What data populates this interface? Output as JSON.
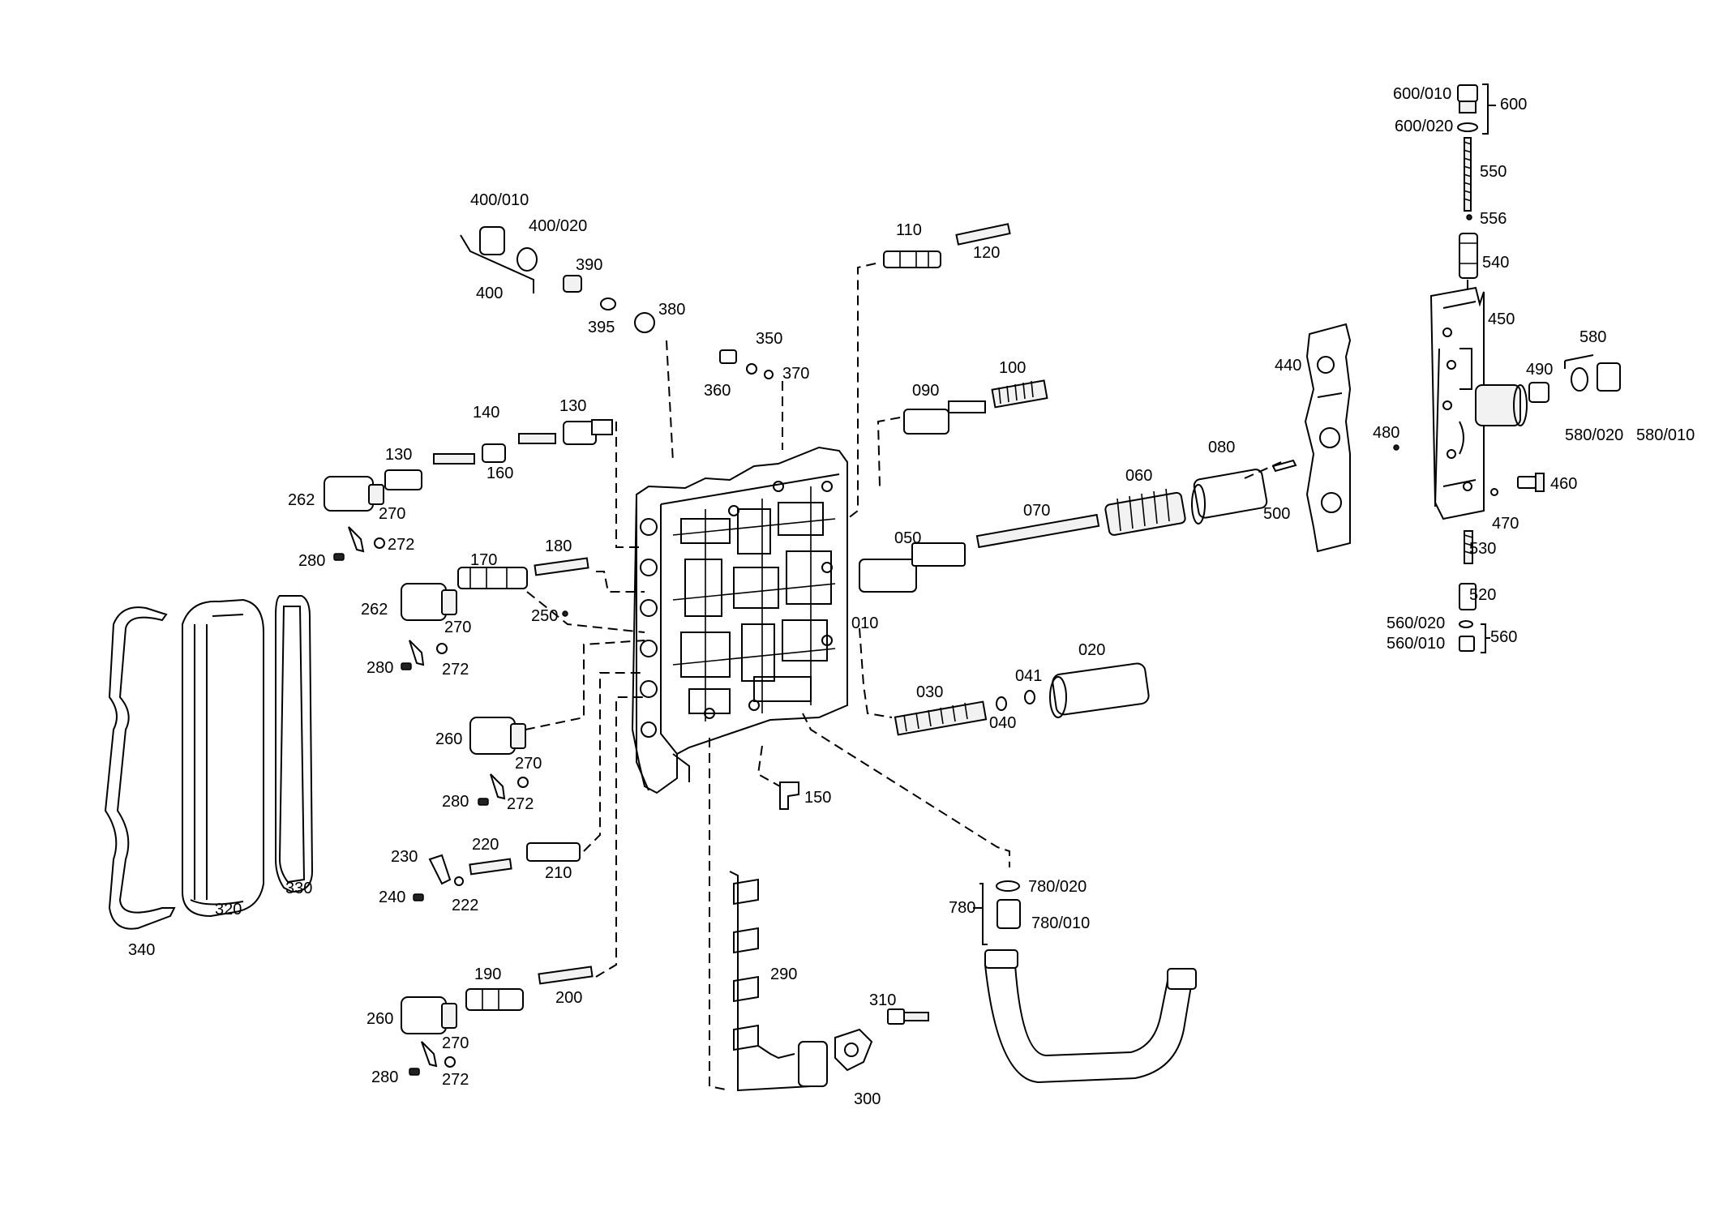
{
  "diagram": {
    "callouts": [
      {
        "id": "p600_010",
        "text": "600/010"
      },
      {
        "id": "p600",
        "text": "600"
      },
      {
        "id": "p600_020",
        "text": "600/020"
      },
      {
        "id": "p550",
        "text": "550"
      },
      {
        "id": "p556",
        "text": "556"
      },
      {
        "id": "p540",
        "text": "540"
      },
      {
        "id": "p450",
        "text": "450"
      },
      {
        "id": "p580",
        "text": "580"
      },
      {
        "id": "p490",
        "text": "490"
      },
      {
        "id": "p580_020",
        "text": "580/020"
      },
      {
        "id": "p580_010",
        "text": "580/010"
      },
      {
        "id": "p480",
        "text": "480"
      },
      {
        "id": "p460",
        "text": "460"
      },
      {
        "id": "p470",
        "text": "470"
      },
      {
        "id": "p440",
        "text": "440"
      },
      {
        "id": "p500",
        "text": "500"
      },
      {
        "id": "p530",
        "text": "530"
      },
      {
        "id": "p520",
        "text": "520"
      },
      {
        "id": "p560_020",
        "text": "560/020"
      },
      {
        "id": "p560_010",
        "text": "560/010"
      },
      {
        "id": "p560",
        "text": "560"
      },
      {
        "id": "p400_010",
        "text": "400/010"
      },
      {
        "id": "p400_020",
        "text": "400/020"
      },
      {
        "id": "p400",
        "text": "400"
      },
      {
        "id": "p390",
        "text": "390"
      },
      {
        "id": "p395",
        "text": "395"
      },
      {
        "id": "p380",
        "text": "380"
      },
      {
        "id": "p350",
        "text": "350"
      },
      {
        "id": "p360",
        "text": "360"
      },
      {
        "id": "p370",
        "text": "370"
      },
      {
        "id": "p110",
        "text": "110"
      },
      {
        "id": "p120",
        "text": "120"
      },
      {
        "id": "p090",
        "text": "090"
      },
      {
        "id": "p100",
        "text": "100"
      },
      {
        "id": "p080",
        "text": "080"
      },
      {
        "id": "p060",
        "text": "060"
      },
      {
        "id": "p070",
        "text": "070"
      },
      {
        "id": "p050",
        "text": "050"
      },
      {
        "id": "p010",
        "text": "010"
      },
      {
        "id": "p020",
        "text": "020"
      },
      {
        "id": "p041",
        "text": "041"
      },
      {
        "id": "p030",
        "text": "030"
      },
      {
        "id": "p040",
        "text": "040"
      },
      {
        "id": "p140",
        "text": "140"
      },
      {
        "id": "p130a",
        "text": "130"
      },
      {
        "id": "p130b",
        "text": "130"
      },
      {
        "id": "p160",
        "text": "160"
      },
      {
        "id": "p262a",
        "text": "262"
      },
      {
        "id": "p270a",
        "text": "270"
      },
      {
        "id": "p272a",
        "text": "272"
      },
      {
        "id": "p280a",
        "text": "280"
      },
      {
        "id": "p170",
        "text": "170"
      },
      {
        "id": "p180",
        "text": "180"
      },
      {
        "id": "p262b",
        "text": "262"
      },
      {
        "id": "p250",
        "text": "250"
      },
      {
        "id": "p270b",
        "text": "270"
      },
      {
        "id": "p280b",
        "text": "280"
      },
      {
        "id": "p272b",
        "text": "272"
      },
      {
        "id": "p260a",
        "text": "260"
      },
      {
        "id": "p270c",
        "text": "270"
      },
      {
        "id": "p280c",
        "text": "280"
      },
      {
        "id": "p272c",
        "text": "272"
      },
      {
        "id": "p150",
        "text": "150"
      },
      {
        "id": "p230",
        "text": "230"
      },
      {
        "id": "p220",
        "text": "220"
      },
      {
        "id": "p210",
        "text": "210"
      },
      {
        "id": "p240",
        "text": "240"
      },
      {
        "id": "p222",
        "text": "222"
      },
      {
        "id": "p320",
        "text": "320"
      },
      {
        "id": "p330",
        "text": "330"
      },
      {
        "id": "p340",
        "text": "340"
      },
      {
        "id": "p190",
        "text": "190"
      },
      {
        "id": "p200",
        "text": "200"
      },
      {
        "id": "p260b",
        "text": "260"
      },
      {
        "id": "p270d",
        "text": "270"
      },
      {
        "id": "p280d",
        "text": "280"
      },
      {
        "id": "p272d",
        "text": "272"
      },
      {
        "id": "p290",
        "text": "290"
      },
      {
        "id": "p310",
        "text": "310"
      },
      {
        "id": "p300",
        "text": "300"
      },
      {
        "id": "p780_020",
        "text": "780/020"
      },
      {
        "id": "p780",
        "text": "780"
      },
      {
        "id": "p780_010",
        "text": "780/010"
      }
    ]
  }
}
